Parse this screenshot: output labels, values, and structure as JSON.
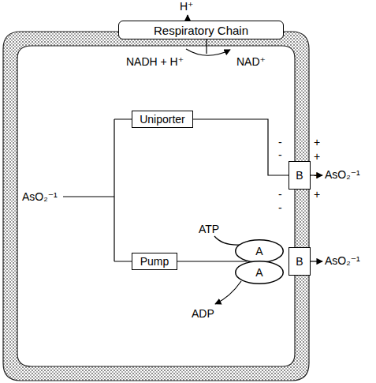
{
  "diagram": {
    "nodes": [
      {
        "text": [
          "Respiratory Chain"
        ]
      },
      {
        "text": [
          "Uniporter"
        ]
      },
      {
        "text": [
          "Pump"
        ]
      },
      {
        "text": [
          "B"
        ]
      },
      {
        "text": [
          "A"
        ]
      },
      {
        "text": [
          "A"
        ]
      },
      {
        "text": [
          "B"
        ]
      }
    ],
    "edges": [
      {
        "from": 1,
        "to": 3,
        "arrow": "none"
      },
      {
        "from": 2,
        "to": 4,
        "arrow": "none"
      }
    ],
    "labels": [
      "H⁺",
      "NADH + H⁺",
      "NAD⁺",
      "AsO₂⁻¹",
      "ATP",
      "ADP",
      "AsO₂⁻¹",
      "AsO₂⁻¹",
      "-",
      "-",
      "-",
      "-",
      "+",
      "+",
      "+",
      "+"
    ]
  }
}
